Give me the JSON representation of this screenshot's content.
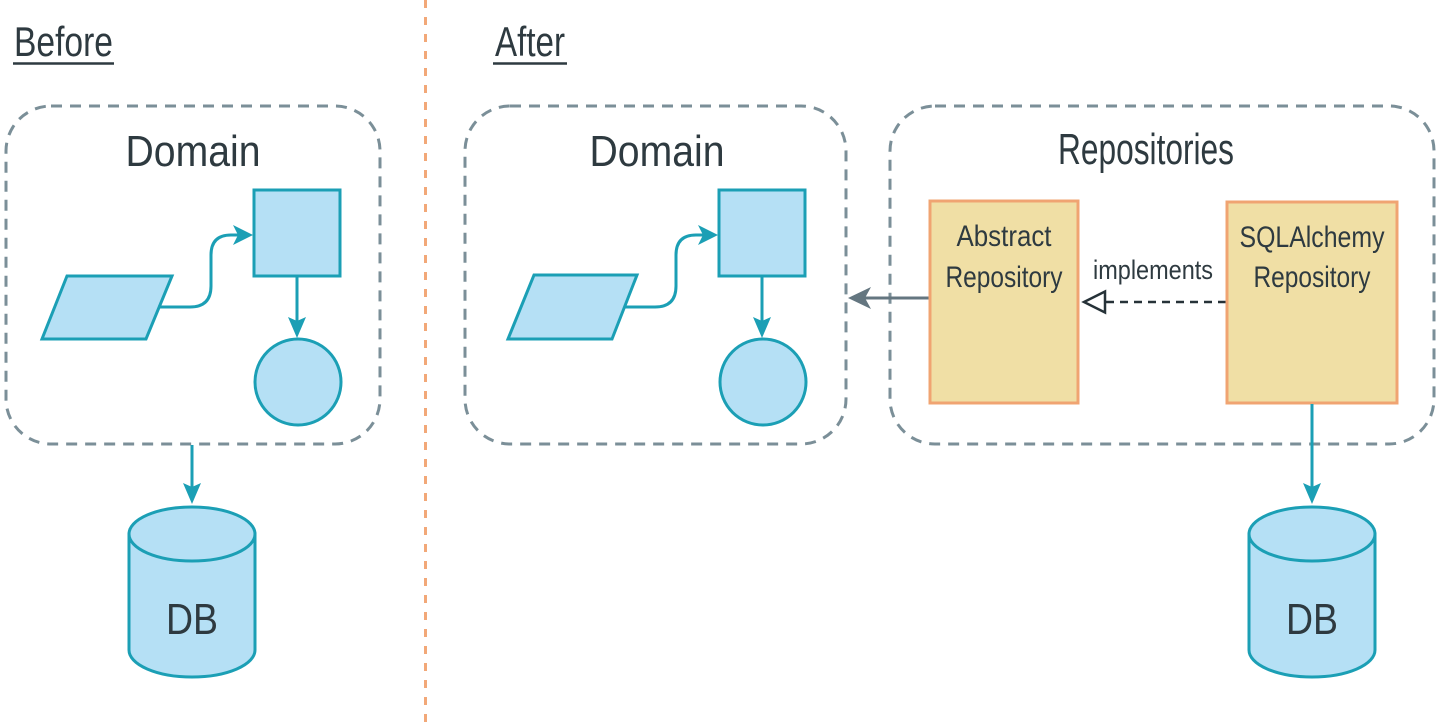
{
  "colors": {
    "background": "#ffffff",
    "ink": "#2e3a40",
    "box-dash": "#7b8f98",
    "teal": "#1b9fb5",
    "shape-fill": "#b5e0f5",
    "tan-fill": "#f0dfa5",
    "orange-border": "#f0a472",
    "divider-orange": "#f2a878",
    "dark-arrow": "#263238",
    "gray-arrow": "#647680"
  },
  "before": {
    "section_label": "Before",
    "domain_title": "Domain",
    "db_label": "DB"
  },
  "after": {
    "section_label": "After",
    "domain_title": "Domain",
    "repositories_title": "Repositories",
    "abstract_repository": {
      "line1": "Abstract",
      "line2": "Repository"
    },
    "implements_label": "implements",
    "sqlalchemy_repository": {
      "line1": "SQLAlchemy",
      "line2": "Repository"
    },
    "db_label": "DB"
  }
}
